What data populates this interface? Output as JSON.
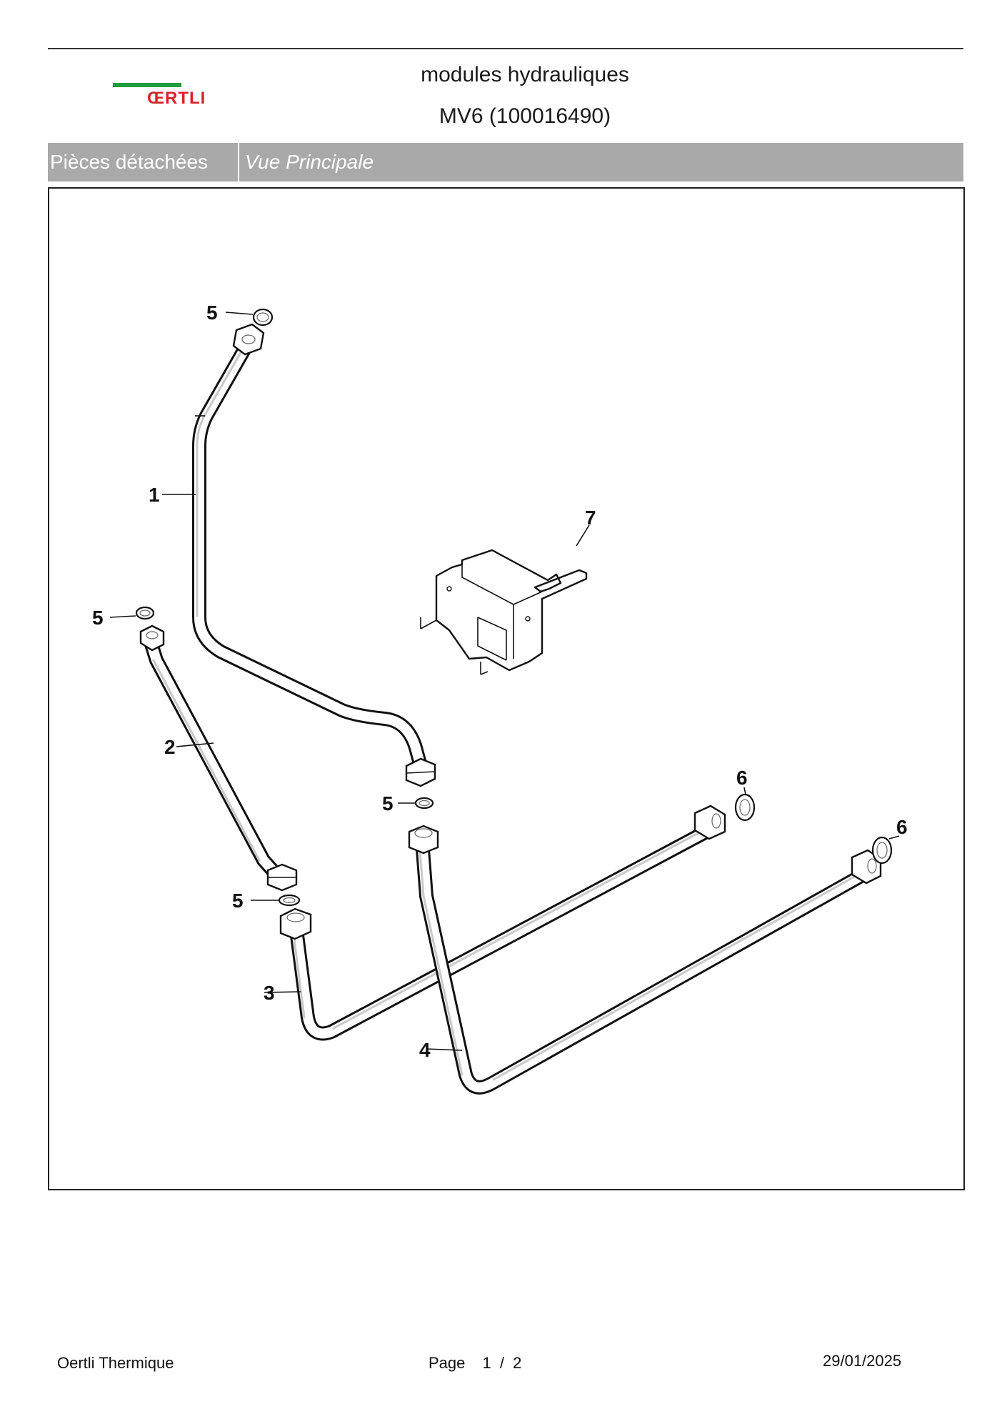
{
  "header": {
    "logo_text": "ŒRTLI",
    "title": "modules hydrauliques",
    "subtitle": "MV6 (100016490)"
  },
  "colors": {
    "logo_green": "#1e9e3c",
    "logo_red": "#d8232a",
    "bar_gray": "#a9a9a9"
  },
  "breadcrumb": {
    "section": "Pièces détachées",
    "view": "Vue Principale"
  },
  "diagram": {
    "callouts": [
      "5",
      "1",
      "5",
      "2",
      "7",
      "5",
      "5",
      "6",
      "6",
      "3",
      "4"
    ]
  },
  "footer": {
    "company": "Oertli Thermique",
    "page_label": "Page",
    "page_current": "1",
    "page_sep": "/",
    "page_total": "2",
    "date": "29/01/2025"
  }
}
